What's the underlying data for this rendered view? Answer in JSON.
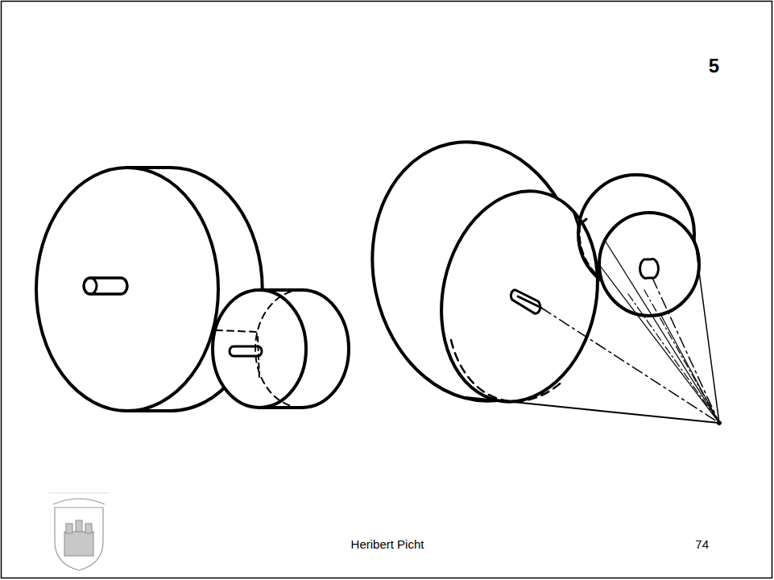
{
  "diagram": {
    "labels": [
      "5",
      "Heribert Picht",
      "74"
    ]
  }
}
